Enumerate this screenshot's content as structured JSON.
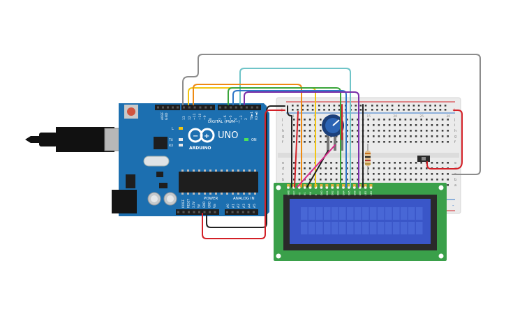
{
  "arduino": {
    "model": "UNO",
    "brand": "ARDUINO",
    "digital_header": "DIGITAL (PWM~)",
    "power_header": "POWER",
    "analog_header": "ANALOG IN",
    "on_label": "ON",
    "l_label": "L",
    "tx_label": "TX",
    "rx_label": "RX",
    "aref_label": "AREF",
    "gnd_label": "GND",
    "digital_pins": [
      "13",
      "12",
      "~11",
      "~10",
      "~9",
      "8",
      "7",
      "~6",
      "~5",
      "4",
      "~3",
      "2",
      "TX►1",
      "RX◄0"
    ],
    "power_pins": [
      "IOREF",
      "RESET",
      "3.3V",
      "5V",
      "GND",
      "GND",
      "Vin"
    ],
    "analog_pins": [
      "A0",
      "A1",
      "A2",
      "A3",
      "A4",
      "A5"
    ]
  },
  "breadboard": {
    "row_letters_top": [
      "j",
      "i",
      "h",
      "g",
      "f"
    ],
    "row_letters_bottom": [
      "e",
      "d",
      "c",
      "b",
      "a"
    ],
    "plus": "+",
    "minus": "-",
    "col_numbers": [
      "1",
      "5",
      "10",
      "15",
      "20",
      "25",
      "30"
    ]
  },
  "lcd": {
    "pin_labels": [
      "GND",
      "VCC",
      "V0",
      "RS",
      "RW",
      "E",
      "DB0",
      "DB1",
      "DB2",
      "DB3",
      "DB4",
      "DB5",
      "DB6",
      "DB7",
      "LED",
      "LED"
    ]
  },
  "colors": {
    "board_blue": "#1c6fb0",
    "lcd_green": "#3aa04a",
    "lcd_screen": "#3a56c8",
    "wire_red": "#d32027",
    "wire_black": "#222222",
    "wire_orange": "#ee8a12",
    "wire_yellow": "#f2c511",
    "wire_green": "#3aa53a",
    "wire_teal": "#6fc4c8",
    "wire_blue": "#2f76c8",
    "wire_purple": "#7b2fa8",
    "wire_pink": "#d62b8a",
    "wire_gray": "#8c8c8c"
  }
}
